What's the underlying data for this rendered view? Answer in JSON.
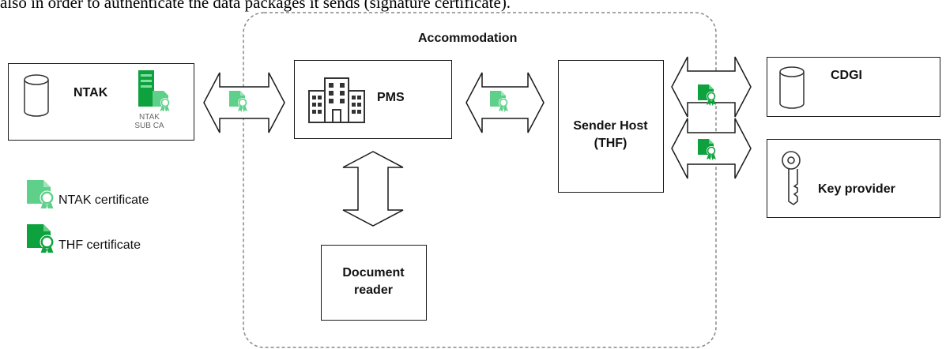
{
  "intro_text": "also in order to authenticate the data packages it sends (signature certificate).",
  "accommodation": {
    "label": "Accommodation"
  },
  "ntak": {
    "label": "NTAK",
    "server_label_line1": "NTAK",
    "server_label_line2": "SUB CA"
  },
  "pms": {
    "label": "PMS"
  },
  "sender_host": {
    "line1": "Sender Host",
    "line2": "(THF)"
  },
  "document_reader": {
    "line1": "Document",
    "line2": "reader"
  },
  "cdgi": {
    "label": "CDGI"
  },
  "key_provider": {
    "label": "Key provider"
  },
  "legend": [
    {
      "label": "NTAK certificate",
      "color": "#5fd08a"
    },
    {
      "label": "THF certificate",
      "color": "#0ea23e"
    }
  ],
  "colors": {
    "ntak_cert": "#5fd08a",
    "thf_cert": "#0ea23e",
    "stroke": "#1a1a1a"
  }
}
